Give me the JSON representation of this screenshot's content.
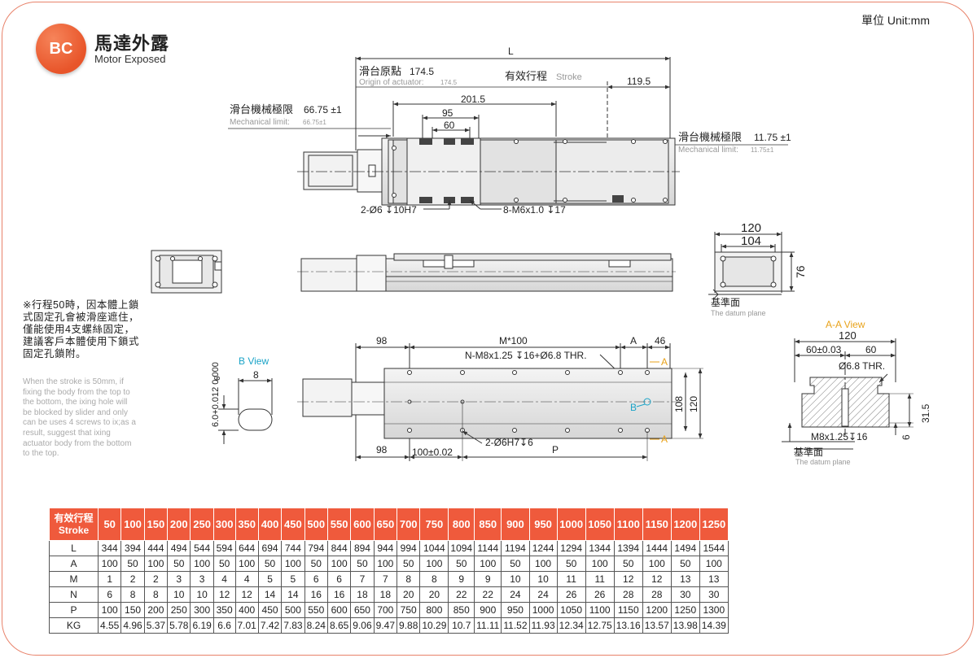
{
  "unit_label": "單位 Unit:mm",
  "brand": {
    "logo": "BC",
    "title": "馬達外露",
    "subtitle": "Motor Exposed"
  },
  "colors": {
    "accent": "#ef5a3c",
    "frame": "#e8826a",
    "view_label": "#1aa3c7",
    "section_label": "#e8a21a"
  },
  "drawing": {
    "L": "L",
    "origin_cn": "滑台原點",
    "origin_val": "174.5",
    "origin_en": "Origin of actuator:",
    "origin_en_val": "174.5",
    "stroke_cn": "有效行程",
    "stroke_en": "Stroke",
    "dim_119_5": "119.5",
    "dim_201_5": "201.5",
    "dim_95": "95",
    "dim_60": "60",
    "mech_left_cn": "滑台機械極限",
    "mech_left_val": "66.75 ±1",
    "mech_left_en": "Mechanical limit:",
    "mech_left_en_val": "66.75±1",
    "mech_right_cn": "滑台機械極限",
    "mech_right_val": "11.75 ±1",
    "mech_right_en": "Mechanical limit:",
    "mech_right_en_val": "11.75±1",
    "hole_pin": "2-Ø6 ↧10H7",
    "hole_tap": "8-M6x1.0 ↧17",
    "end_w120": "120",
    "end_w104": "104",
    "end_h76": "76",
    "datum_cn": "基準面",
    "datum_en": "The datum plane",
    "bottom_98": "98",
    "bottom_m100": "M*100",
    "bottom_a": "A",
    "bottom_46": "46",
    "bottom_thread": "N-M8x1.25 ↧16+Ø6.8 THR.",
    "bottom_98b": "98",
    "bottom_100": "100±0.02",
    "bottom_p": "P",
    "bottom_pin": "2-Ø6H7↧6",
    "bottom_108": "108",
    "bottom_120": "120",
    "bottom_b": "B",
    "bview_label": "B View",
    "bview_8": "8",
    "bview_6": "6",
    "bview_tol": "6.0+0.012 0.000",
    "aview_label": "A-A View",
    "aview_120": "120",
    "aview_60t": "60±0.03",
    "aview_60": "60",
    "aview_thr": "Ø6.8 THR.",
    "aview_m8": "M8x1.25↧16",
    "aview_31_5": "31.5",
    "aview_6": "6",
    "aview_datum_cn": "基準面",
    "aview_datum_en": "The datum plane"
  },
  "note": {
    "cn": "※行程50時，因本體上鎖式固定孔會被滑座遮住，僅能使用4支螺絲固定，建議客戶本體使用下鎖式固定孔鎖附。",
    "en": "When the stroke is 50mm, if fixing the body from the top to the bottom, the ixing hole will be blocked by slider and only can be uses 4 screws to ix;as a result, suggest that ixing actuator body from the bottom to the top."
  },
  "table": {
    "header_label_cn": "有效行程",
    "header_label_en": "Stroke",
    "strokes": [
      "50",
      "100",
      "150",
      "200",
      "250",
      "300",
      "350",
      "400",
      "450",
      "500",
      "550",
      "600",
      "650",
      "700",
      "750",
      "800",
      "850",
      "900",
      "950",
      "1000",
      "1050",
      "1100",
      "1150",
      "1200",
      "1250"
    ],
    "rows": [
      {
        "label": "L",
        "values": [
          "344",
          "394",
          "444",
          "494",
          "544",
          "594",
          "644",
          "694",
          "744",
          "794",
          "844",
          "894",
          "944",
          "994",
          "1044",
          "1094",
          "1144",
          "1194",
          "1244",
          "1294",
          "1344",
          "1394",
          "1444",
          "1494",
          "1544"
        ]
      },
      {
        "label": "A",
        "values": [
          "100",
          "50",
          "100",
          "50",
          "100",
          "50",
          "100",
          "50",
          "100",
          "50",
          "100",
          "50",
          "100",
          "50",
          "100",
          "50",
          "100",
          "50",
          "100",
          "50",
          "100",
          "50",
          "100",
          "50",
          "100"
        ]
      },
      {
        "label": "M",
        "values": [
          "1",
          "2",
          "2",
          "3",
          "3",
          "4",
          "4",
          "5",
          "5",
          "6",
          "6",
          "7",
          "7",
          "8",
          "8",
          "9",
          "9",
          "10",
          "10",
          "11",
          "11",
          "12",
          "12",
          "13",
          "13"
        ]
      },
      {
        "label": "N",
        "values": [
          "6",
          "8",
          "8",
          "10",
          "10",
          "12",
          "12",
          "14",
          "14",
          "16",
          "16",
          "18",
          "18",
          "20",
          "20",
          "22",
          "22",
          "24",
          "24",
          "26",
          "26",
          "28",
          "28",
          "30",
          "30"
        ]
      },
      {
        "label": "P",
        "values": [
          "100",
          "150",
          "200",
          "250",
          "300",
          "350",
          "400",
          "450",
          "500",
          "550",
          "600",
          "650",
          "700",
          "750",
          "800",
          "850",
          "900",
          "950",
          "1000",
          "1050",
          "1100",
          "1150",
          "1200",
          "1250",
          "1300"
        ]
      },
      {
        "label": "KG",
        "values": [
          "4.55",
          "4.96",
          "5.37",
          "5.78",
          "6.19",
          "6.6",
          "7.01",
          "7.42",
          "7.83",
          "8.24",
          "8.65",
          "9.06",
          "9.47",
          "9.88",
          "10.29",
          "10.7",
          "11.11",
          "11.52",
          "11.93",
          "12.34",
          "12.75",
          "13.16",
          "13.57",
          "13.98",
          "14.39"
        ]
      }
    ]
  }
}
